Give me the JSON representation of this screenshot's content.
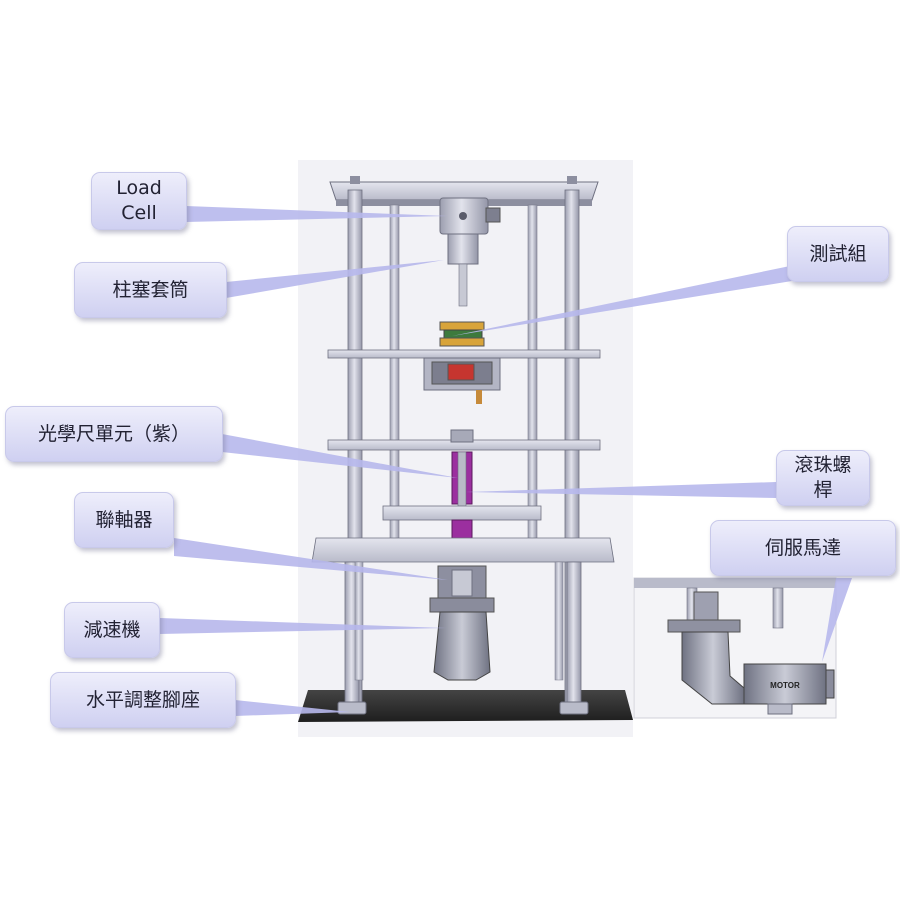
{
  "labels": {
    "load_cell_line1": "Load",
    "load_cell_line2": "Cell",
    "plunger_sleeve": "柱塞套筒",
    "test_set": "測試組",
    "optical_scale": "光學尺單元（紫）",
    "ball_screw_line1": "滾珠螺",
    "ball_screw_line2": "桿",
    "coupling": "聯軸器",
    "servo_motor": "伺服馬達",
    "reducer": "減速機",
    "leveling_foot": "水平調整腳座",
    "motor_text": "MOTOR"
  },
  "colors": {
    "callout_top": "#eeeefb",
    "callout_bottom": "#cfd0f1",
    "leader": "#b7b8ec",
    "frame_metal": "#cfd1de",
    "frame_edge": "#6e7080",
    "optical_purple": "#9b2f9f",
    "shadow_floor": "#2a2a2a"
  },
  "icons": [
    "load-cell-icon",
    "motor-icon"
  ]
}
